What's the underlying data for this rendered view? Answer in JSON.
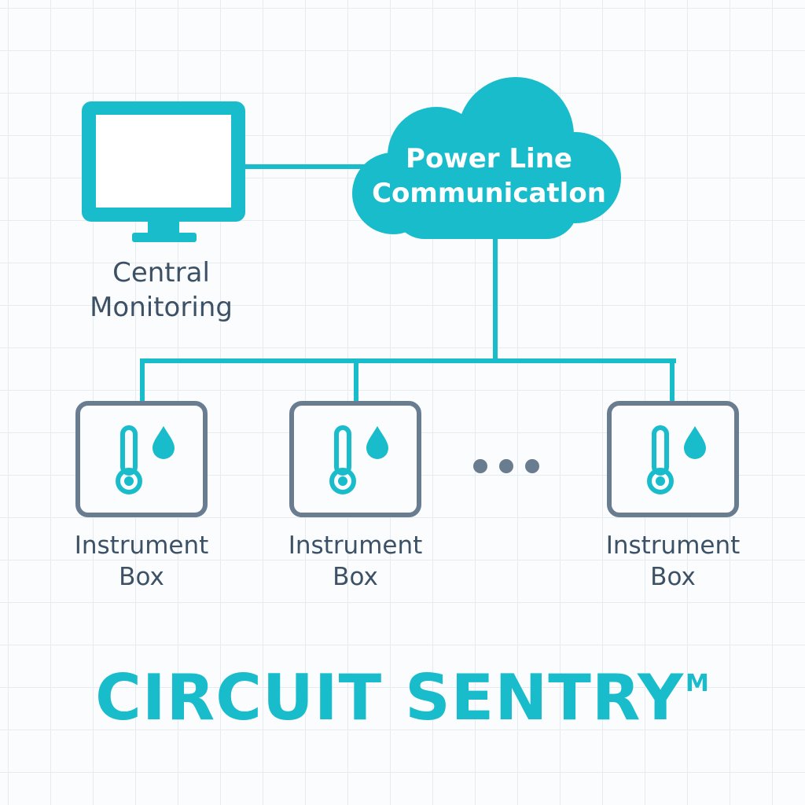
{
  "central_monitoring": {
    "line1": "Central",
    "line2": "Monitoring",
    "icon": "monitor-icon"
  },
  "cloud": {
    "line1": "Power Line",
    "line2": "Communicatlon",
    "icon": "cloud-icon"
  },
  "instrument_boxes": [
    {
      "line1": "Instrument",
      "line2": "Box",
      "icon": "thermometer-droplet-icon"
    },
    {
      "line1": "Instrument",
      "line2": "Box",
      "icon": "thermometer-droplet-icon"
    },
    {
      "line1": "Instrument",
      "line2": "Box",
      "icon": "thermometer-droplet-icon"
    }
  ],
  "ellipsis_icon": "more-dots-icon",
  "brand": {
    "name": "CIRCUIT SENTRY",
    "mark": "M"
  },
  "colors": {
    "accent": "#19bccb",
    "box_border": "#6a7c8f",
    "text": "#3d5166",
    "grid": "#e6ebef"
  }
}
